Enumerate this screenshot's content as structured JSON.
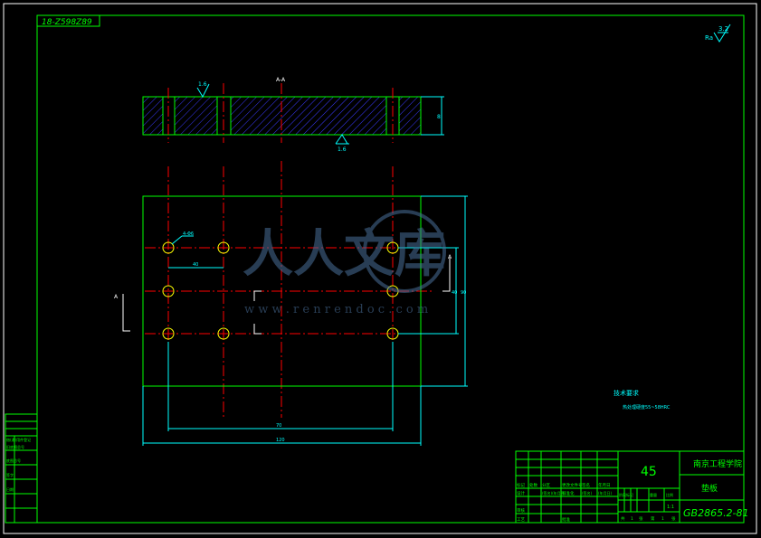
{
  "drawing": {
    "drawing_code_box": "18-Z598Z89",
    "roughness_default": {
      "symbol": "Ra",
      "value": "3.2"
    },
    "section_label": "A-A",
    "section_marker": "A",
    "roughness_upper": "1.6",
    "roughness_lower": "1.6",
    "hole_callout": "4-Φ6",
    "dimensions": {
      "thickness": "8",
      "hole_pitch": "40",
      "right_hole_span": "40",
      "right_height": "90",
      "hole_span": "70",
      "overall_width": "120"
    },
    "notes": {
      "heading": "技术要求",
      "line1": "热处理硬度55~58HRC"
    }
  },
  "title_block": {
    "material": "45",
    "school": "南京工程学院",
    "part_name": "垫板",
    "standard_code": "GB2865.2-81",
    "row1": [
      "标记",
      "处数",
      "分区",
      "更改文件号",
      "签名",
      "年月日"
    ],
    "row2": [
      "设计",
      "",
      "(签名)(年月日)",
      "标准化",
      "(签名)",
      "(年月日)"
    ],
    "row3": [
      "审核",
      "",
      "",
      "",
      "",
      ""
    ],
    "row4": [
      "工艺",
      "",
      "",
      "批准",
      "",
      ""
    ],
    "stage_headers": [
      "阶段标记",
      "重量",
      "比例"
    ],
    "scale": "1:1",
    "sheet_info": {
      "total_label": "共",
      "total": "1",
      "sheet_label": "张",
      "index_label": "第",
      "index": "1",
      "index_suffix": "张"
    }
  },
  "side_panel": [
    "借(通)用件登记",
    "旧底图总号",
    "底图总号",
    "签字",
    "日期"
  ],
  "watermark": {
    "title": "人人文库",
    "url": "w w w . r e n r e n d o c . c o m"
  }
}
